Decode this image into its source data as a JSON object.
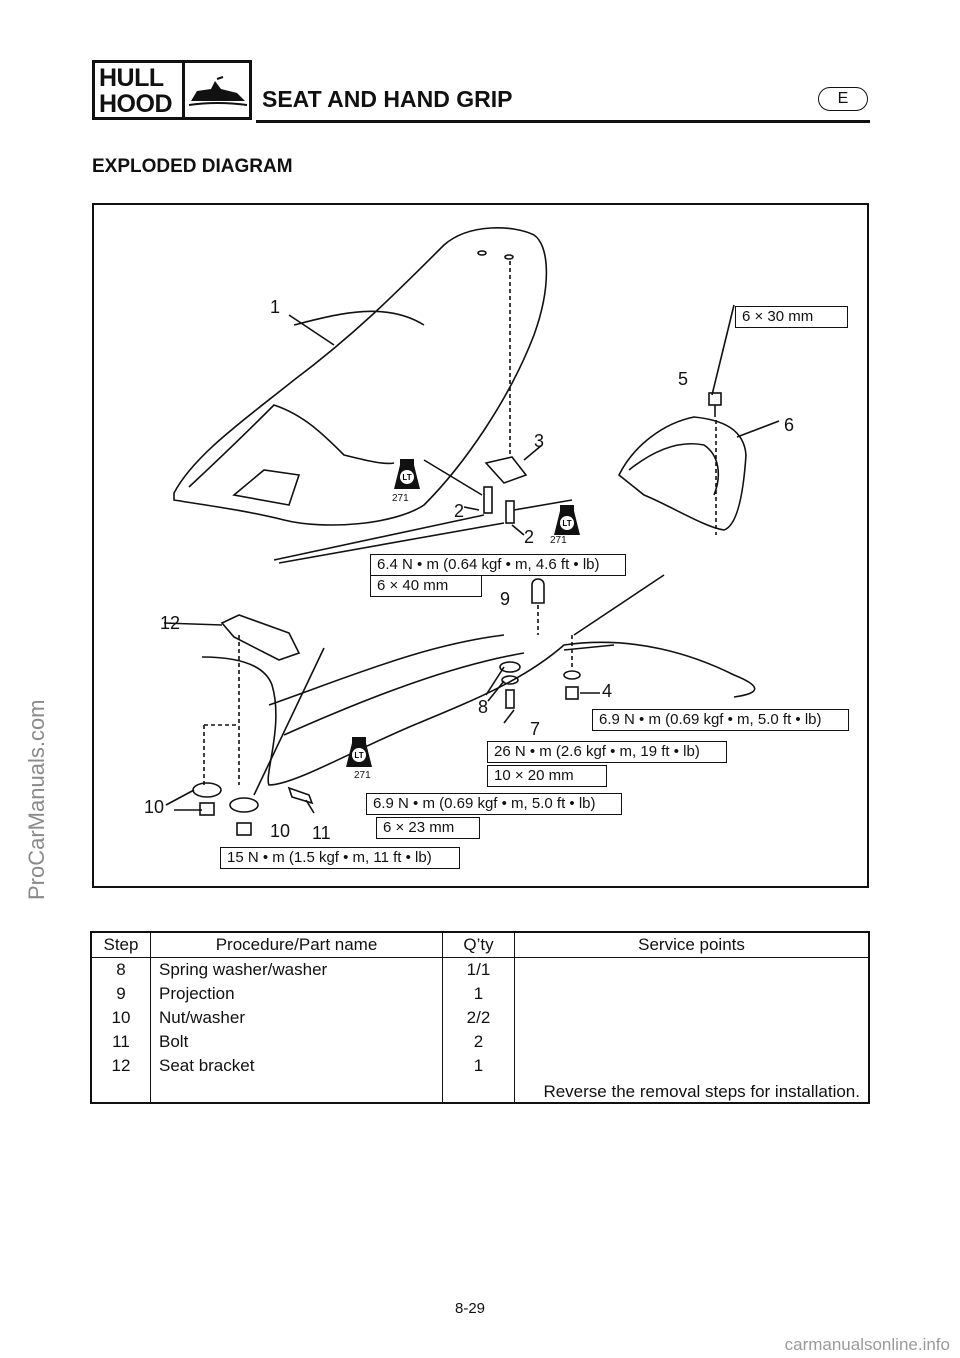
{
  "header": {
    "badge_line1": "HULL",
    "badge_line2": "HOOD",
    "icon": "jet-ski-icon",
    "title": "SEAT AND HAND GRIP",
    "lang": "E"
  },
  "section_title": "EXPLODED DIAGRAM",
  "diagram": {
    "callouts": [
      "1",
      "2",
      "2",
      "3",
      "4",
      "5",
      "6",
      "7",
      "8",
      "9",
      "10",
      "10",
      "11",
      "12"
    ],
    "spec_6x30": "6 × 30 mm",
    "torque_seat": "6.4 N • m (0.64 kgf • m, 4.6 ft • lb)",
    "spec_6x40": "6 × 40 mm",
    "torque_4": "6.9 N • m (0.69 kgf • m, 5.0 ft • lb)",
    "torque_7": "26 N • m (2.6 kgf • m, 19 ft • lb)",
    "spec_10x20": "10 × 20 mm",
    "torque_11": "6.9 N • m (0.69 kgf • m, 5.0 ft • lb)",
    "spec_6x23": "6 × 23 mm",
    "torque_10": "15 N • m (1.5 kgf • m, 11 ft • lb)",
    "loctite_text": "LT",
    "loctite_num": "271"
  },
  "table": {
    "headers": [
      "Step",
      "Procedure/Part name",
      "Q’ty",
      "Service points"
    ],
    "rows": [
      {
        "step": "8",
        "name": "Spring washer/washer",
        "qty": "1/1"
      },
      {
        "step": "9",
        "name": "Projection",
        "qty": "1"
      },
      {
        "step": "10",
        "name": "Nut/washer",
        "qty": "2/2"
      },
      {
        "step": "11",
        "name": "Bolt",
        "qty": "2"
      },
      {
        "step": "12",
        "name": "Seat bracket",
        "qty": "1"
      }
    ],
    "service_note": "Reverse the removal steps for installation."
  },
  "page_number": "8-29",
  "watermark_side": "ProCarManuals.com",
  "watermark_bottom": "carmanualsonline.info"
}
